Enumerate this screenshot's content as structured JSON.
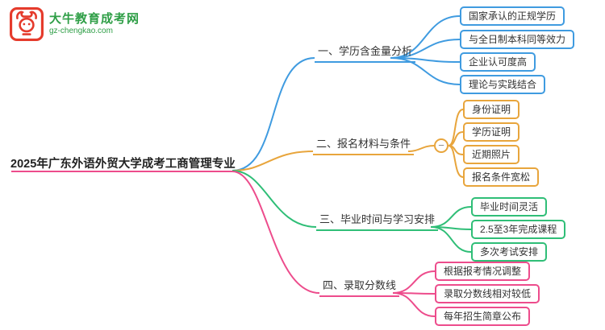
{
  "logo": {
    "site_name": "大牛教育成考网",
    "site_url": "gz-chengkao.com",
    "icon": "bull-icon",
    "brand_red": "#E53B2C",
    "brand_green": "#2E9E46"
  },
  "main_topic": {
    "text": "2025年广东外语外贸大学成考工商管理专业"
  },
  "branches": [
    {
      "label": "一、学历含金量分析",
      "color": "#3F9BE0",
      "children": [
        "国家承认的正规学历",
        "与全日制本科同等效力",
        "企业认可度高",
        "理论与实践结合"
      ]
    },
    {
      "label": "二、报名材料与条件",
      "color": "#E8A53C",
      "collapse_label": "−",
      "children": [
        "身份证明",
        "学历证明",
        "近期照片",
        "报名条件宽松"
      ]
    },
    {
      "label": "三、毕业时间与学习安排",
      "color": "#2FBE77",
      "children": [
        "毕业时间灵活",
        "2.5至3年完成课程",
        "多次考试安排"
      ]
    },
    {
      "label": "四、录取分数线",
      "color": "#ED4C8C",
      "children": [
        "根据报考情况调整",
        "录取分数线相对较低",
        "每年招生简章公布"
      ]
    }
  ]
}
